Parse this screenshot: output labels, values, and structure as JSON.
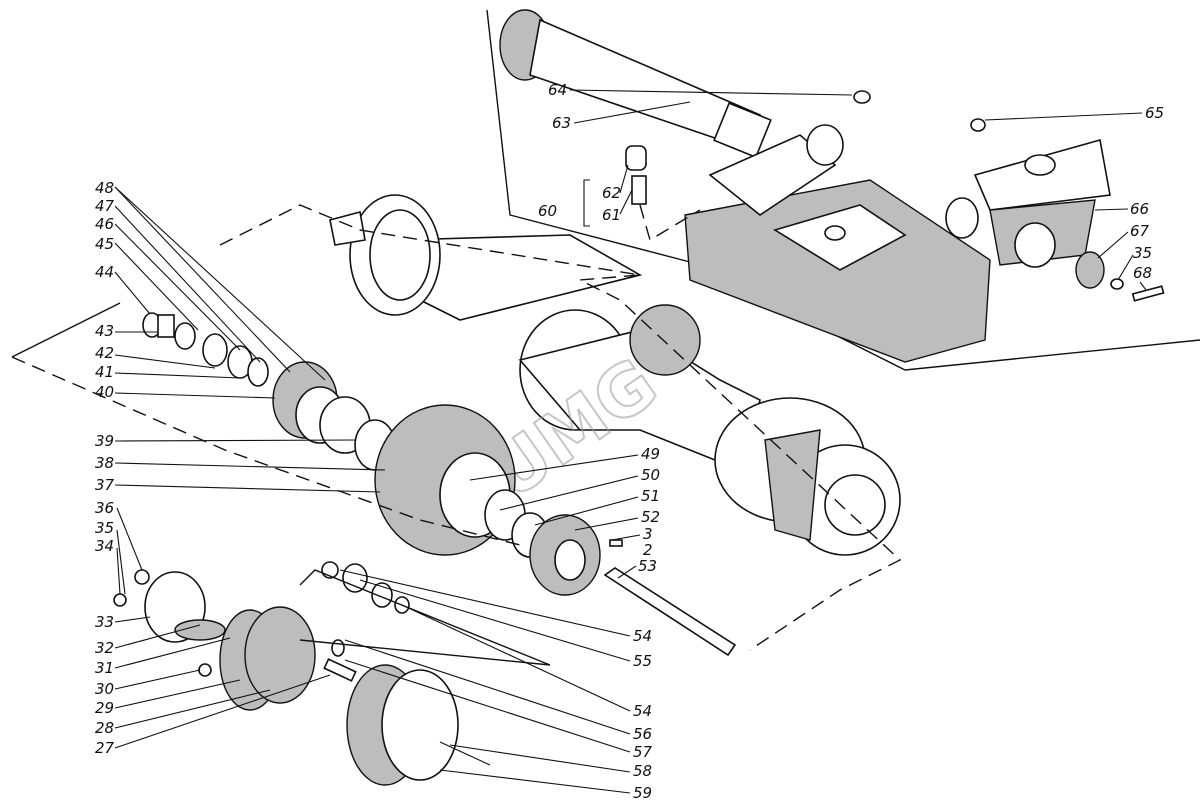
{
  "diagram": {
    "watermark": "UMG",
    "callouts": {
      "c64": "64",
      "c63": "63",
      "c65": "65",
      "c62": "62",
      "c60": "60",
      "c61": "61",
      "c66": "66",
      "c67": "67",
      "c35r": "35",
      "c68": "68",
      "c48": "48",
      "c47": "47",
      "c46": "46",
      "c45": "45",
      "c44": "44",
      "c43": "43",
      "c42": "42",
      "c41": "41",
      "c40": "40",
      "c39": "39",
      "c38": "38",
      "c37": "37",
      "c36": "36",
      "c35": "35",
      "c34": "34",
      "c33": "33",
      "c32": "32",
      "c31": "31",
      "c30": "30",
      "c29": "29",
      "c28": "28",
      "c27": "27",
      "c49": "49",
      "c50": "50",
      "c51": "51",
      "c52": "52",
      "c3": "3",
      "c2": "2",
      "c53": "53",
      "c54a": "54",
      "c55": "55",
      "c54b": "54",
      "c56": "56",
      "c57": "57",
      "c58": "58",
      "c59": "59"
    }
  }
}
